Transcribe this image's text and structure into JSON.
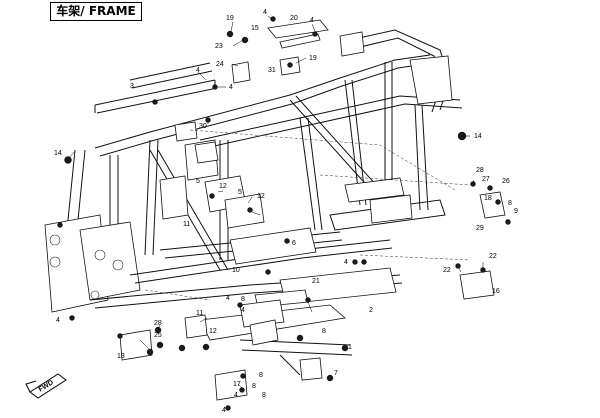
{
  "diagram": {
    "title": "车架/ FRAME",
    "badge": "FWD",
    "callouts": [
      {
        "id": "c19a",
        "text": "19"
      },
      {
        "id": "c4a",
        "text": "4"
      },
      {
        "id": "c20",
        "text": "20"
      },
      {
        "id": "c4b",
        "text": "4"
      },
      {
        "id": "c15",
        "text": "15"
      },
      {
        "id": "c23",
        "text": "23"
      },
      {
        "id": "c24",
        "text": "24"
      },
      {
        "id": "c31",
        "text": "31"
      },
      {
        "id": "c19b",
        "text": "19"
      },
      {
        "id": "c3",
        "text": "3"
      },
      {
        "id": "c4c",
        "text": "4"
      },
      {
        "id": "c4d",
        "text": "4"
      },
      {
        "id": "c30",
        "text": "30"
      },
      {
        "id": "c14a",
        "text": "14"
      },
      {
        "id": "c14b",
        "text": "14"
      },
      {
        "id": "c5a",
        "text": "5"
      },
      {
        "id": "c12a",
        "text": "12"
      },
      {
        "id": "c11a",
        "text": "11"
      },
      {
        "id": "c5b",
        "text": "5"
      },
      {
        "id": "c12b",
        "text": "12"
      },
      {
        "id": "c6",
        "text": "6"
      },
      {
        "id": "c10",
        "text": "10"
      },
      {
        "id": "c4e",
        "text": "4"
      },
      {
        "id": "c28a",
        "text": "28"
      },
      {
        "id": "c27",
        "text": "27"
      },
      {
        "id": "c26",
        "text": "26"
      },
      {
        "id": "c18",
        "text": "18"
      },
      {
        "id": "c8a",
        "text": "8"
      },
      {
        "id": "c9",
        "text": "9"
      },
      {
        "id": "c29",
        "text": "29"
      },
      {
        "id": "c22a",
        "text": "22"
      },
      {
        "id": "c22b",
        "text": "22"
      },
      {
        "id": "c16",
        "text": "16"
      },
      {
        "id": "c21",
        "text": "21"
      },
      {
        "id": "c2",
        "text": "2"
      },
      {
        "id": "c4f",
        "text": "4"
      },
      {
        "id": "c8b",
        "text": "8"
      },
      {
        "id": "c4g",
        "text": "4"
      },
      {
        "id": "c8c",
        "text": "8"
      },
      {
        "id": "c11b",
        "text": "11"
      },
      {
        "id": "c12c",
        "text": "12"
      },
      {
        "id": "c28b",
        "text": "28"
      },
      {
        "id": "c25",
        "text": "25"
      },
      {
        "id": "c4h",
        "text": "4"
      },
      {
        "id": "c1",
        "text": "1"
      },
      {
        "id": "c7",
        "text": "7"
      },
      {
        "id": "c8d",
        "text": "8"
      },
      {
        "id": "c13",
        "text": "13"
      },
      {
        "id": "c17",
        "text": "17"
      },
      {
        "id": "c8e",
        "text": "8"
      },
      {
        "id": "c4i",
        "text": "4"
      },
      {
        "id": "c4j",
        "text": "4"
      },
      {
        "id": "c8f",
        "text": "8"
      }
    ]
  }
}
